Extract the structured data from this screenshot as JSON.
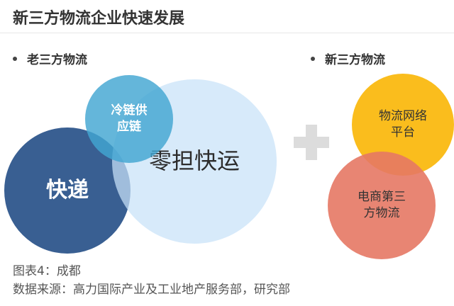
{
  "title": "新三方物流企业快速发展",
  "left_group": {
    "label": "老三方物流",
    "circles": {
      "kuaidi": "快递",
      "lingdan": "零担快运",
      "lengli_line1": "冷链供",
      "lengli_line2": "应链"
    }
  },
  "right_group": {
    "label": "新三方物流",
    "circles": {
      "wuliu_line1": "物流网络",
      "wuliu_line2": "平台",
      "dianshang_line1": "电商第三",
      "dianshang_line2": "方物流"
    }
  },
  "colors": {
    "kuaidi": "#2e568c",
    "lingdan": "#c8e2f8",
    "lengli": "#42a6d2",
    "wuliu": "#faba14",
    "dianshang": "#e57864",
    "plus": "#dcdcdc"
  },
  "captions": {
    "figure": "图表4：成都",
    "source": "数据来源：高力国际产业及工业地产服务部，研究部"
  }
}
